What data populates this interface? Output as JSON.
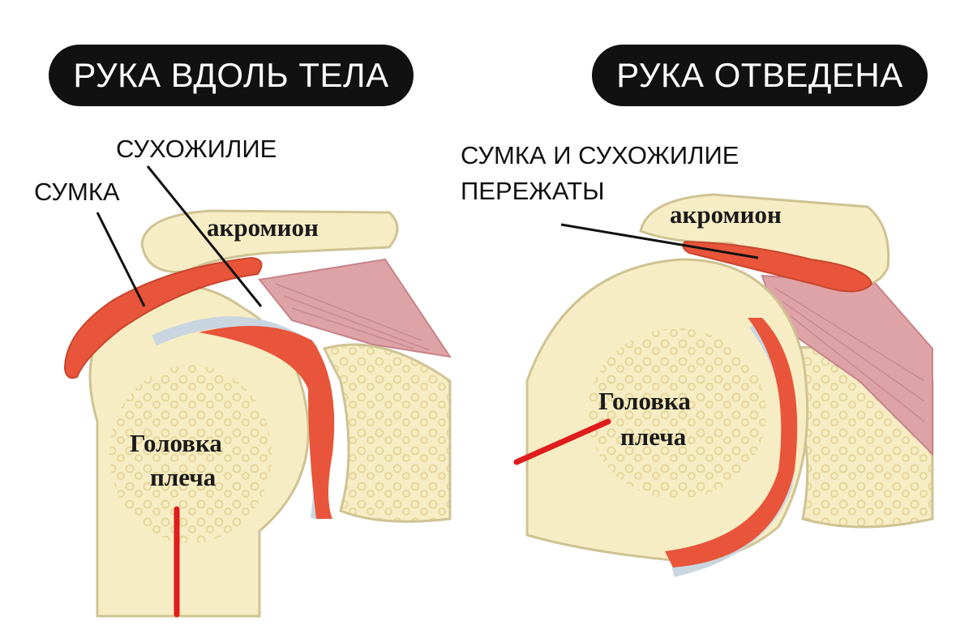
{
  "panels": [
    {
      "title": "РУКА ВДОЛЬ ТЕЛА",
      "callouts": {
        "tendon": "СУХОЖИЛИЕ",
        "bursa": "СУМКА"
      },
      "acromion": "акромион",
      "humeral_head": [
        "Головка",
        "плеча"
      ]
    },
    {
      "title": "РУКА ОТВЕДЕНА",
      "callouts": {
        "compressed_line1": "СУМКА И СУХОЖИЛИЕ",
        "compressed_line2": "ПЕРЕЖАТЫ"
      },
      "acromion": "акромион",
      "humeral_head": [
        "Головка",
        "плеча"
      ]
    }
  ],
  "colors": {
    "bone": "#f7edc4",
    "bone_outline": "#cfc393",
    "trabecular": "#efe0aa",
    "bursa": "#e8553a",
    "cartilage": "#c9d6e0",
    "muscle": "#d99aa0",
    "axis_marker": "#e01c1c",
    "leader": "#111111"
  }
}
